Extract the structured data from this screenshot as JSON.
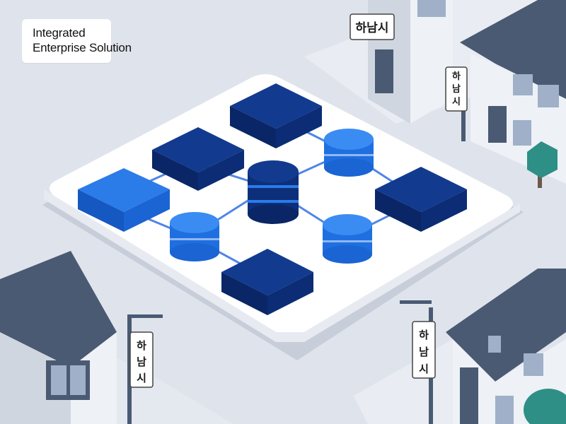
{
  "headline": {
    "line1": "Integrated",
    "line2": "Enterprise Solution"
  },
  "signs": {
    "top_horizontal": "하남시",
    "top_vertical": [
      "하",
      "남",
      "시"
    ],
    "left_vertical": [
      "하",
      "남",
      "시"
    ],
    "right_vertical": [
      "하",
      "남",
      "시"
    ]
  },
  "colors": {
    "background": "#dfe4ec",
    "platform": "#ffffff",
    "navy_block": "#0d2f7a",
    "bright_blue": "#1f6fe0",
    "roof_slate": "#4a5a73",
    "wall_light": "#eef1f6",
    "tree": "#2e8f86"
  }
}
